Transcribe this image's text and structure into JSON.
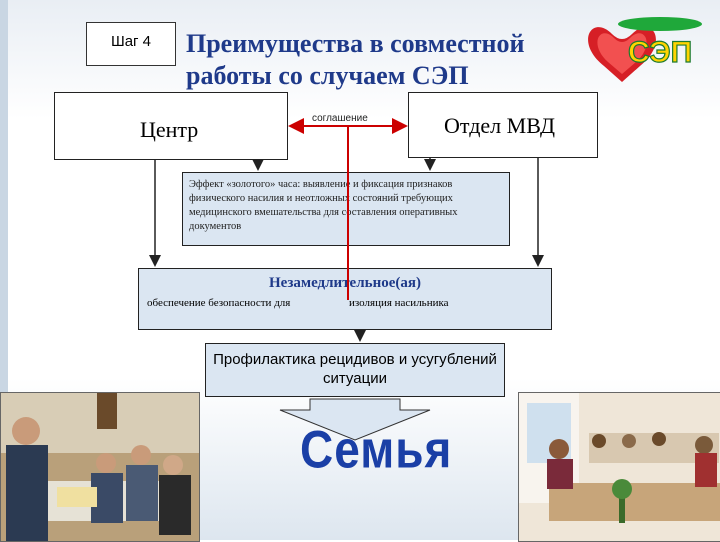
{
  "step": {
    "label": "Шаг 4"
  },
  "title": {
    "line1": "Преимущества в совместной",
    "line2": "работы  со случаем СЭП"
  },
  "logo": {
    "text": "СЭП",
    "name": "heart-logo"
  },
  "nodes": {
    "center": "Центр",
    "mvd": "Отдел МВД",
    "agreement": "соглашение",
    "effect": "Эффект «золотого» часа: выявление и фиксация признаков физического насилия и неотложных состояний требующих медицинского вмешательства для составления оперативных документов",
    "urgent_title": "Незамедлительное(ая)",
    "urgent_left": "обеспечение безопасности для",
    "urgent_right": "изоляция насильника",
    "prevention": "Профилактика рецидивов и усугублений ситуации",
    "family": "Семья"
  },
  "colors": {
    "title": "#1f3a8a",
    "arrow_red": "#cc0000",
    "box_fill": "#dbe6f2",
    "family": "#1a3fa6"
  }
}
